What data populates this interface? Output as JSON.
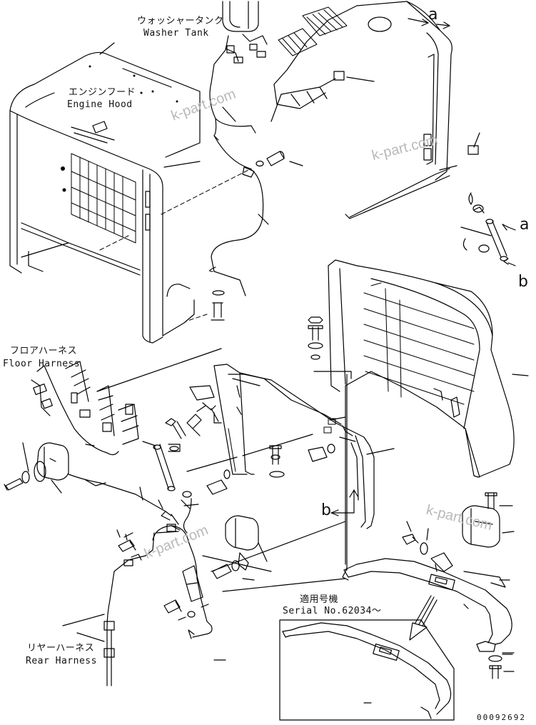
{
  "labels": {
    "washer_tank_jp": "ウォッシャータンク",
    "washer_tank_en": "Washer Tank",
    "engine_hood_jp": "エンジンフード",
    "engine_hood_en": "Engine Hood",
    "floor_harness_jp": "フロアハーネス",
    "floor_harness_en": "Floor Harness",
    "rear_harness_jp": "リヤーハーネス",
    "rear_harness_en": "Rear Harness",
    "serial_jp": "適用号機",
    "serial_en": "Serial No.62034～"
  },
  "refs": {
    "a_top": "a",
    "a_right": "a",
    "b_right": "b",
    "b_mid": "b"
  },
  "watermark": "k-part.com",
  "drawing_code": "00092692"
}
